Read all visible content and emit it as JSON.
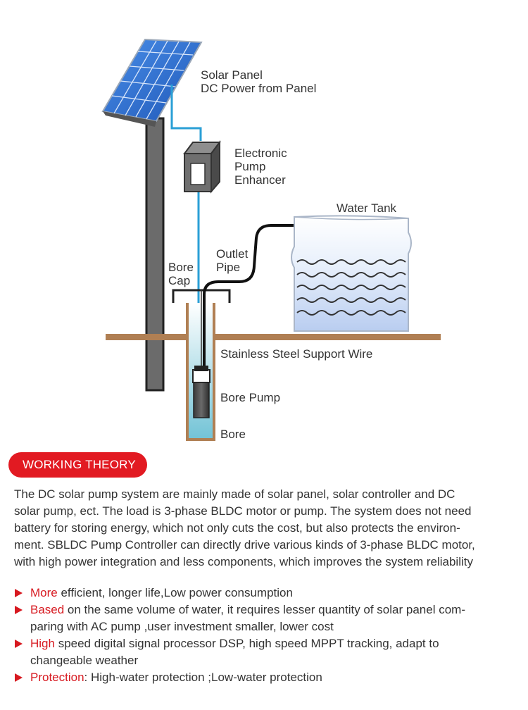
{
  "diagram": {
    "labels": {
      "solar_panel": [
        "Solar Panel",
        "DC Power from Panel"
      ],
      "enhancer": [
        "Electronic",
        "Pump",
        "Enhancer"
      ],
      "water_tank": [
        "Water Tank"
      ],
      "outlet_pipe": [
        "Outlet",
        "Pipe"
      ],
      "bore_cap": [
        "Bore",
        "Cap"
      ],
      "support_wire": [
        "Stainless Steel Support Wire"
      ],
      "bore_pump": [
        "Bore Pump"
      ],
      "bore": [
        "Bore"
      ]
    }
  },
  "section": {
    "title": "WORKING THEORY",
    "paragraph_lines": [
      "The DC solar pump system are mainly made of solar panel, solar controller and DC",
      "solar pump, ect. The load is 3-phase BLDC motor or pump. The system does not need",
      "battery for storing energy, which not only cuts the cost, but also protects the environ-",
      "ment. SBLDC Pump Controller can directly drive various kinds of 3-phase BLDC motor,",
      "with high power integration and less components, which improves the system reliability"
    ],
    "bullets": [
      {
        "highlight": "More",
        "lines": [
          " efficient, longer life,Low power consumption"
        ]
      },
      {
        "highlight": "Based",
        "lines": [
          " on the same volume of water, it requires lesser quantity of solar panel com-",
          "paring with AC pump ,user investment smaller, lower cost"
        ]
      },
      {
        "highlight": "High",
        "lines": [
          " speed digital signal processor DSP, high speed MPPT tracking, adapt to",
          "changeable weather"
        ]
      },
      {
        "highlight": "Protection",
        "lines": [
          ": High-water protection ;Low-water protection"
        ]
      }
    ]
  },
  "colors": {
    "accent_red": "#e21a22",
    "bullet_red": "#d71920",
    "ground_brown": "#b07f53",
    "wire_blue": "#2a9fd6",
    "panel_blue": "#2f6fcf",
    "water_blue": "#7fc4d8"
  }
}
